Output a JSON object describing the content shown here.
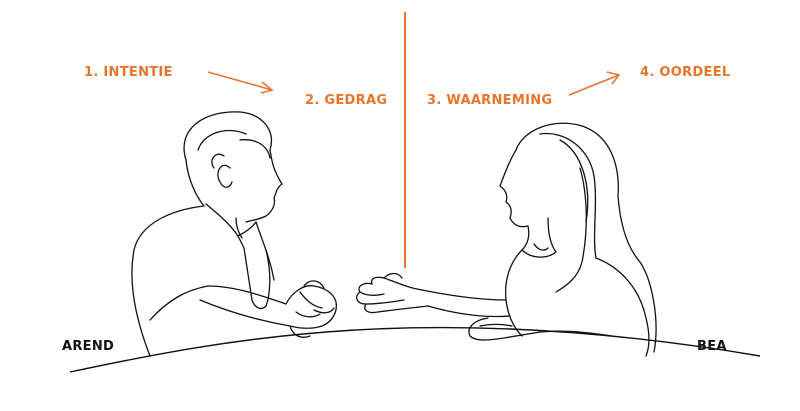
{
  "steps": {
    "intention": "1. INTENTIE",
    "behavior": "2. GEDRAG",
    "perception": "3. WAARNEMING",
    "judgment": "4. OORDEEL"
  },
  "people": {
    "left": "AREND",
    "right": "BEA"
  },
  "colors": {
    "accent": "#e8742c",
    "ink": "#111111",
    "background": "#ffffff"
  }
}
